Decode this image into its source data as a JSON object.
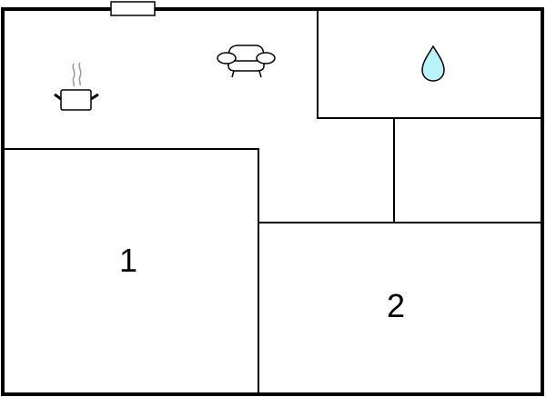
{
  "floorplan": {
    "rooms": [
      {
        "id": "room-1",
        "label": "1"
      },
      {
        "id": "room-2",
        "label": "2"
      }
    ],
    "icons": [
      {
        "name": "cooking-pot-icon",
        "meaning": "kitchen"
      },
      {
        "name": "armchair-icon",
        "meaning": "living room"
      },
      {
        "name": "water-drop-icon",
        "meaning": "bathroom"
      }
    ],
    "colors": {
      "wall": "#000000",
      "background": "#ffffff",
      "water_drop_fill": "#b8f4f8",
      "steam": "#999999"
    }
  }
}
